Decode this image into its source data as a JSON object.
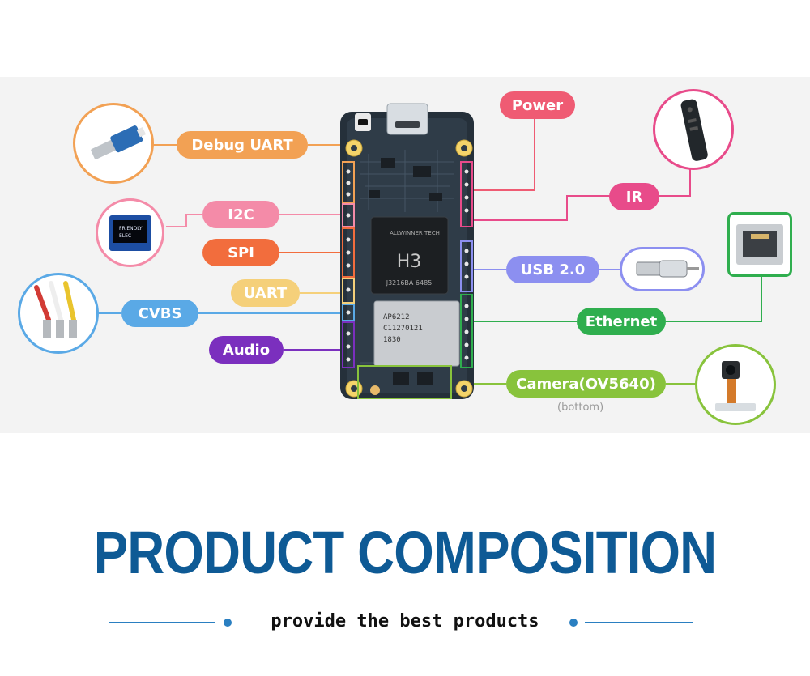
{
  "labels": {
    "debug_uart": "Debug UART",
    "i2c": "I2C",
    "spi": "SPI",
    "uart": "UART",
    "cvbs": "CVBS",
    "audio": "Audio",
    "power": "Power",
    "ir": "IR",
    "usb": "USB 2.0",
    "ethernet": "Ethernet",
    "camera": "Camera(OV5640)",
    "camera_note": "(bottom)"
  },
  "board": {
    "soc": "H3",
    "soc_vendor": "ALLWINNER TECH",
    "soc_code": "J3216BA  6485",
    "wifi_chip": "AP6212\nC11270121\n1830"
  },
  "oled": {
    "line1": "FRIENDLY",
    "line2": "ELEC"
  },
  "footer": {
    "title": "PRODUCT COMPOSITION",
    "subtitle": "provide the best products"
  },
  "colors": {
    "debug_uart": "#f2a154",
    "i2c": "#f48ba8",
    "spi": "#f26d3d",
    "uart": "#f5d07a",
    "cvbs": "#5aa9e6",
    "audio": "#7b2fbe",
    "power": "#ef5b73",
    "ir": "#e84b8a",
    "usb": "#8c8ff0",
    "ethernet": "#2fae4e",
    "camera": "#88c33c",
    "title": "#0e5a95",
    "rule": "#2a7fc1"
  }
}
